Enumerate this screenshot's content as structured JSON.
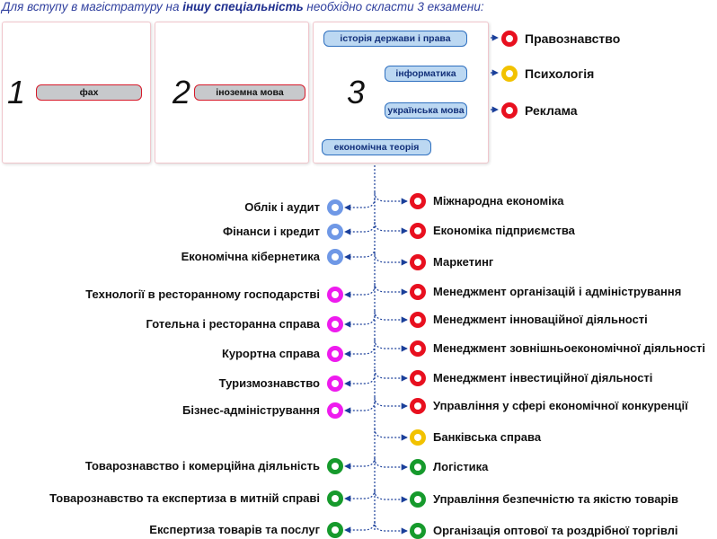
{
  "header": {
    "prefix": "Для вступу в магістратуру на ",
    "emph": "іншу спеціальність",
    "suffix": " необхідно скласти 3 екзамени:"
  },
  "exams": [
    {
      "number": "1",
      "label": "фах"
    },
    {
      "number": "2",
      "label": "іноземна мова"
    },
    {
      "number": "3"
    }
  ],
  "exam3_subjects": [
    {
      "label": "історія держави і права",
      "target": "Правознавство",
      "color": "#e8101f"
    },
    {
      "label": "інформатика",
      "target": "Психологія",
      "color": "#f2c200"
    },
    {
      "label": "українська мова",
      "target": "Реклама",
      "color": "#e8101f"
    }
  ],
  "hub": {
    "label": "економічна теорія"
  },
  "left_specialties": [
    {
      "label": "Облік і аудит",
      "color": "#6f98e6"
    },
    {
      "label": "Фінанси і кредит",
      "color": "#6f98e6"
    },
    {
      "label": "Економічна кібернетика",
      "color": "#6f98e6"
    },
    {
      "label": "Технології в ресторанному господарстві",
      "color": "#ee1bee"
    },
    {
      "label": "Готельна і ресторанна справа",
      "color": "#ee1bee"
    },
    {
      "label": "Курортна справа",
      "color": "#ee1bee"
    },
    {
      "label": "Туризмознавство",
      "color": "#ee1bee"
    },
    {
      "label": "Бізнес-адміністрування",
      "color": "#ee1bee"
    },
    {
      "label": "Товарознавство і комерційна діяльність",
      "color": "#169a2c"
    },
    {
      "label": "Товарознавство та експертиза в митній справі",
      "color": "#169a2c"
    },
    {
      "label": "Експертиза товарів та послуг",
      "color": "#169a2c"
    }
  ],
  "right_specialties": [
    {
      "label": "Міжнародна економіка",
      "color": "#e8101f"
    },
    {
      "label": "Економіка підприємства",
      "color": "#e8101f"
    },
    {
      "label": "Маркетинг",
      "color": "#e8101f"
    },
    {
      "label": "Менеджмент організацій і адміністрування",
      "color": "#e8101f"
    },
    {
      "label": "Менеджмент інноваційної діяльності",
      "color": "#e8101f"
    },
    {
      "label": "Менеджмент зовнішньоекономічної діяльності",
      "color": "#e8101f"
    },
    {
      "label": "Менеджмент інвестиційної діяльності",
      "color": "#e8101f"
    },
    {
      "label": "Управління у сфері економічної конкуренції",
      "color": "#e8101f"
    },
    {
      "label": "Банківська справа",
      "color": "#f2c200"
    },
    {
      "label": "Логістика",
      "color": "#169a2c"
    },
    {
      "label": "Управління безпечністю та якістю товарів",
      "color": "#169a2c"
    },
    {
      "label": "Організація оптової та роздрібної торгівлі",
      "color": "#169a2c"
    }
  ]
}
